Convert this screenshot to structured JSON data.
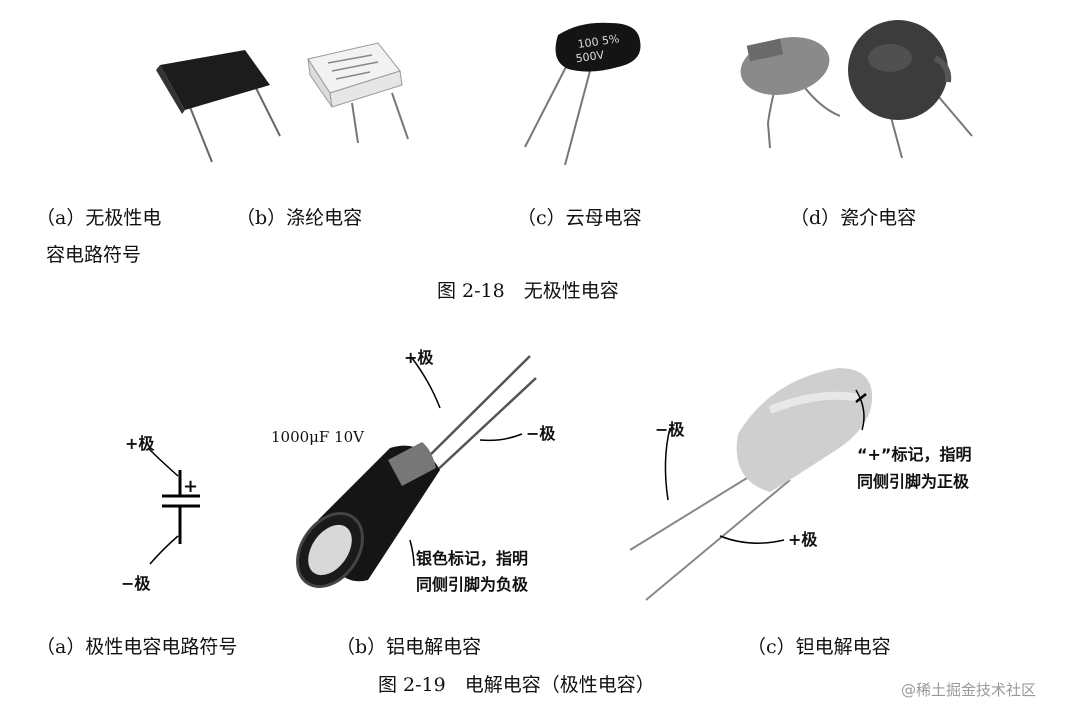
{
  "fig18": {
    "caption": "图 2-18　无极性电容",
    "items": [
      {
        "line1": "（a）无极性电",
        "line2": "容电路符号"
      },
      {
        "line1": "（b）涤纶电容"
      },
      {
        "line1": "（c）云母电容"
      },
      {
        "line1": "（d）瓷介电容"
      }
    ],
    "mica_marking": {
      "line1": "100 5%",
      "line2": "500V"
    }
  },
  "fig19": {
    "caption": "图 2-19　电解电容（极性电容）",
    "items": [
      {
        "label": "（a）极性电容电路符号"
      },
      {
        "label": "（b）铝电解电容"
      },
      {
        "label": "（c）钽电解电容"
      }
    ],
    "symbol": {
      "plus_label": "+极",
      "minus_label": "−极",
      "plus_sign": "+"
    },
    "aluminum": {
      "rating": "1000μF 10V",
      "plus_label": "+极",
      "minus_label": "−极",
      "note_line1": "银色标记，指明",
      "note_line2": "同侧引脚为负极"
    },
    "tantalum": {
      "minus_label": "−极",
      "plus_label": "+极",
      "note_line1": "“+”标记，指明",
      "note_line2": "同侧引脚为正极"
    }
  },
  "watermark": "@稀土掘金技术社区"
}
